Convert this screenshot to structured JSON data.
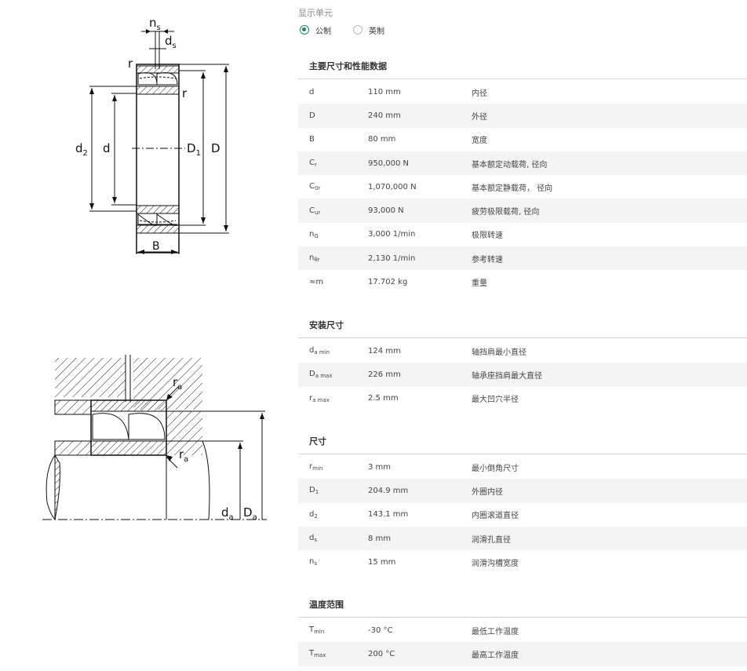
{
  "drawing_labels": {
    "ns_main": "n",
    "ns_sub": "s",
    "ds_main": "d",
    "ds_sub": "s",
    "r_top": "r",
    "r_right": "r",
    "d2_main": "d",
    "d2_sub": "2",
    "d": "d",
    "D1_main": "D",
    "D1_sub": "1",
    "D": "D",
    "B": "B",
    "ra_top_main": "r",
    "ra_top_sub": "a",
    "ra_bot_main": "r",
    "ra_bot_sub": "a",
    "da_main": "d",
    "da_sub": "a",
    "Da_main": "D",
    "Da_sub": "a"
  },
  "units": {
    "label": "显示单元",
    "options": [
      {
        "label": "公制",
        "selected": true
      },
      {
        "label": "英制",
        "selected": false
      }
    ]
  },
  "sections": [
    {
      "title": "主要尺寸和性能数据",
      "rows": [
        {
          "sym": "d",
          "sub": "",
          "value": "110 mm",
          "desc": "内径"
        },
        {
          "sym": "D",
          "sub": "",
          "value": "240 mm",
          "desc": "外径"
        },
        {
          "sym": "B",
          "sub": "",
          "value": "80 mm",
          "desc": "宽度"
        },
        {
          "sym": "C",
          "sub": "r",
          "value": "950,000 N",
          "desc": "基本额定动载荷, 径向"
        },
        {
          "sym": "C",
          "sub": "0r",
          "value": "1,070,000 N",
          "desc": "基本额定静载荷， 径向"
        },
        {
          "sym": "C",
          "sub": "ur",
          "value": "93,000 N",
          "desc": "疲劳极限载荷, 径向"
        },
        {
          "sym": "n",
          "sub": "G",
          "value": "3,000 1/min",
          "desc": "极限转速"
        },
        {
          "sym": "n",
          "sub": "θr",
          "value": "2,130 1/min",
          "desc": "参考转速"
        },
        {
          "sym": "≈m",
          "sub": "",
          "value": "17.702 kg",
          "desc": "重量"
        }
      ]
    },
    {
      "title": "安装尺寸",
      "rows": [
        {
          "sym": "d",
          "sub": "a min",
          "value": "124 mm",
          "desc": "轴挡肩最小直径"
        },
        {
          "sym": "D",
          "sub": "a max",
          "value": "226 mm",
          "desc": "轴承座挡肩最大直径"
        },
        {
          "sym": "r",
          "sub": "a max",
          "value": "2.5 mm",
          "desc": "最大凹穴半径"
        }
      ]
    },
    {
      "title": "尺寸",
      "rows": [
        {
          "sym": "r",
          "sub": "min",
          "value": "3 mm",
          "desc": "最小倒角尺寸"
        },
        {
          "sym": "D",
          "sub": "1",
          "value": "204.9 mm",
          "desc": "外圈内径"
        },
        {
          "sym": "d",
          "sub": "2",
          "value": "143.1 mm",
          "desc": "内圈滚道直径"
        },
        {
          "sym": "d",
          "sub": "s",
          "value": "8 mm",
          "desc": "润滑孔直径"
        },
        {
          "sym": "n",
          "sub": "s",
          "value": "15 mm",
          "desc": "润滑沟槽宽度"
        }
      ]
    },
    {
      "title": "温度范围",
      "rows": [
        {
          "sym": "T",
          "sub": "min",
          "value": "-30 °C",
          "desc": "最低工作温度"
        },
        {
          "sym": "T",
          "sub": "max",
          "value": "200 °C",
          "desc": "最高工作温度"
        }
      ]
    }
  ]
}
